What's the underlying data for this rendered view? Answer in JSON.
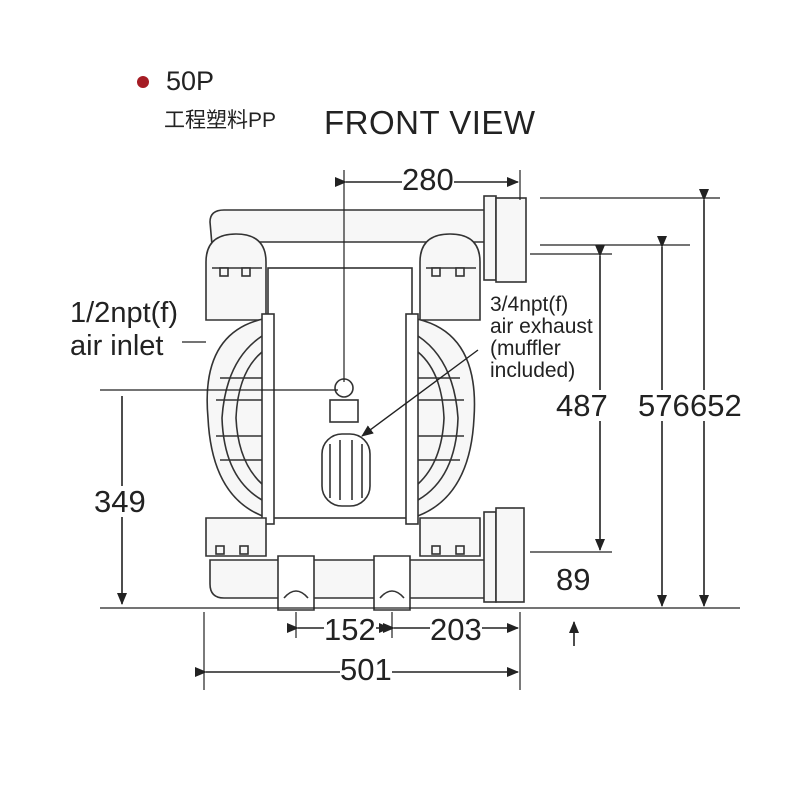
{
  "header": {
    "model": "50P",
    "material": "工程塑料PP",
    "view_title": "FRONT VIEW"
  },
  "colors": {
    "bullet": "#a51c24",
    "line": "#333333",
    "body_fill": "#f7f7f7"
  },
  "callouts": {
    "air_inlet_line1": "1/2npt(f)",
    "air_inlet_line2": "air inlet",
    "exhaust_line1": "3/4npt(f)",
    "exhaust_line2": "air exhaust",
    "exhaust_line3": "(muffler",
    "exhaust_line4": "included)"
  },
  "dimensions": {
    "top_width": "280",
    "inlet_height": "349",
    "outlet_spacing": "487",
    "outlet_height": "576",
    "total_height": "652",
    "bottom_inlet": "89",
    "foot_spacing": "152",
    "foot_to_edge": "203",
    "total_width": "501"
  }
}
